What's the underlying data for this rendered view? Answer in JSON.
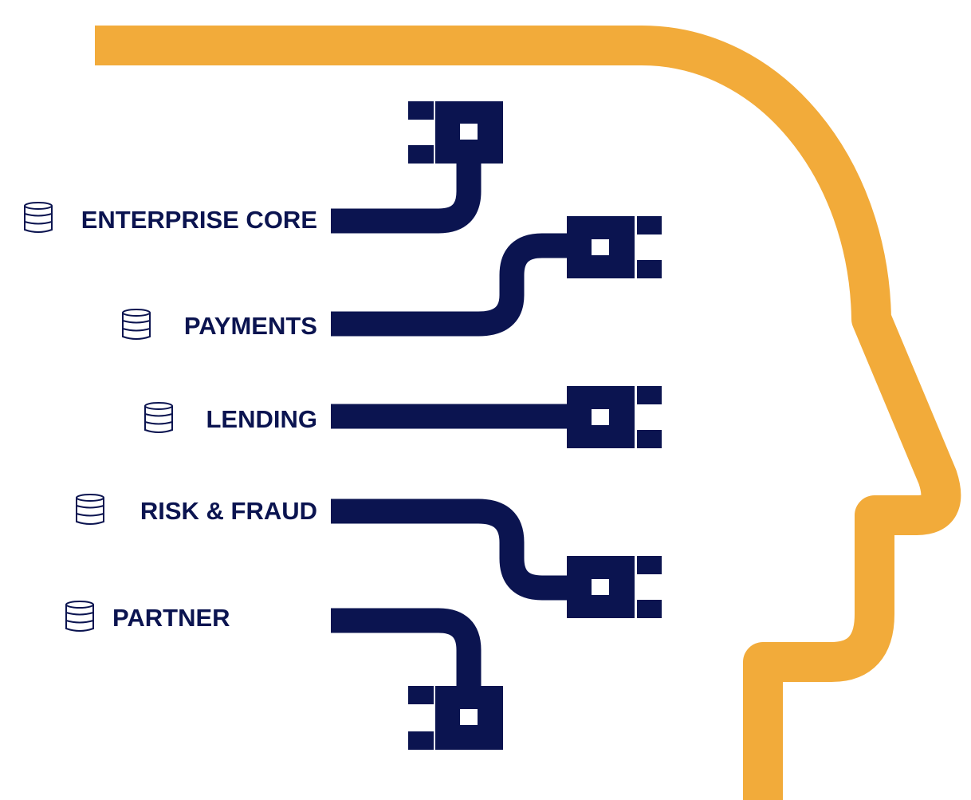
{
  "colors": {
    "navy": "#0b1450",
    "orange": "#f2ab3a"
  },
  "systems": [
    {
      "label": "ENTERPRISE CORE",
      "icon": "database-icon"
    },
    {
      "label": "PAYMENTS",
      "icon": "database-icon"
    },
    {
      "label": "LENDING",
      "icon": "database-icon"
    },
    {
      "label": "RISK & FRAUD",
      "icon": "database-icon"
    },
    {
      "label": "PARTNER",
      "icon": "database-icon"
    }
  ]
}
